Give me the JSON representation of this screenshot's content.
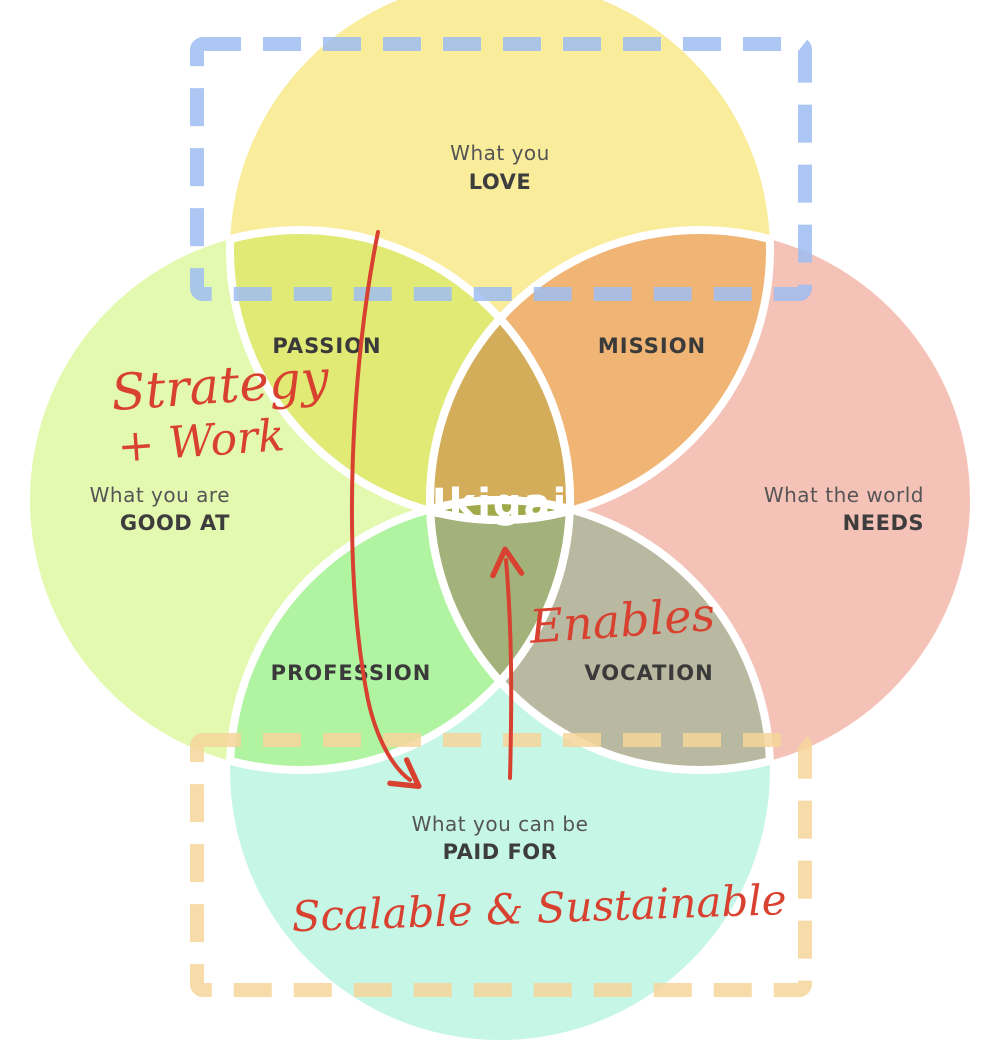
{
  "circles": {
    "top": {
      "line1": "What you",
      "line2": "LOVE",
      "color": "#f9ec9b"
    },
    "left": {
      "line1": "What you are",
      "line2": "GOOD AT",
      "color": "#e4f9b0"
    },
    "right": {
      "line1": "What the world",
      "line2": "NEEDS",
      "color": "#f5c2b8"
    },
    "bottom": {
      "line1": "What you can be",
      "line2": "PAID FOR",
      "color": "#c5f6e6"
    }
  },
  "overlaps": {
    "passion": "PASSION",
    "mission": "MISSION",
    "profession": "PROFESSION",
    "vocation": "VOCATION"
  },
  "center": "Ikigai",
  "annotations": {
    "strategy": "Strategy",
    "work": "+ Work",
    "enables": "Enables",
    "scalable": "Scalable & Sustainable",
    "ink_color": "#d8412f"
  },
  "boxes": {
    "top_color": "#9dbdf2",
    "bottom_color": "#f6d59a"
  }
}
